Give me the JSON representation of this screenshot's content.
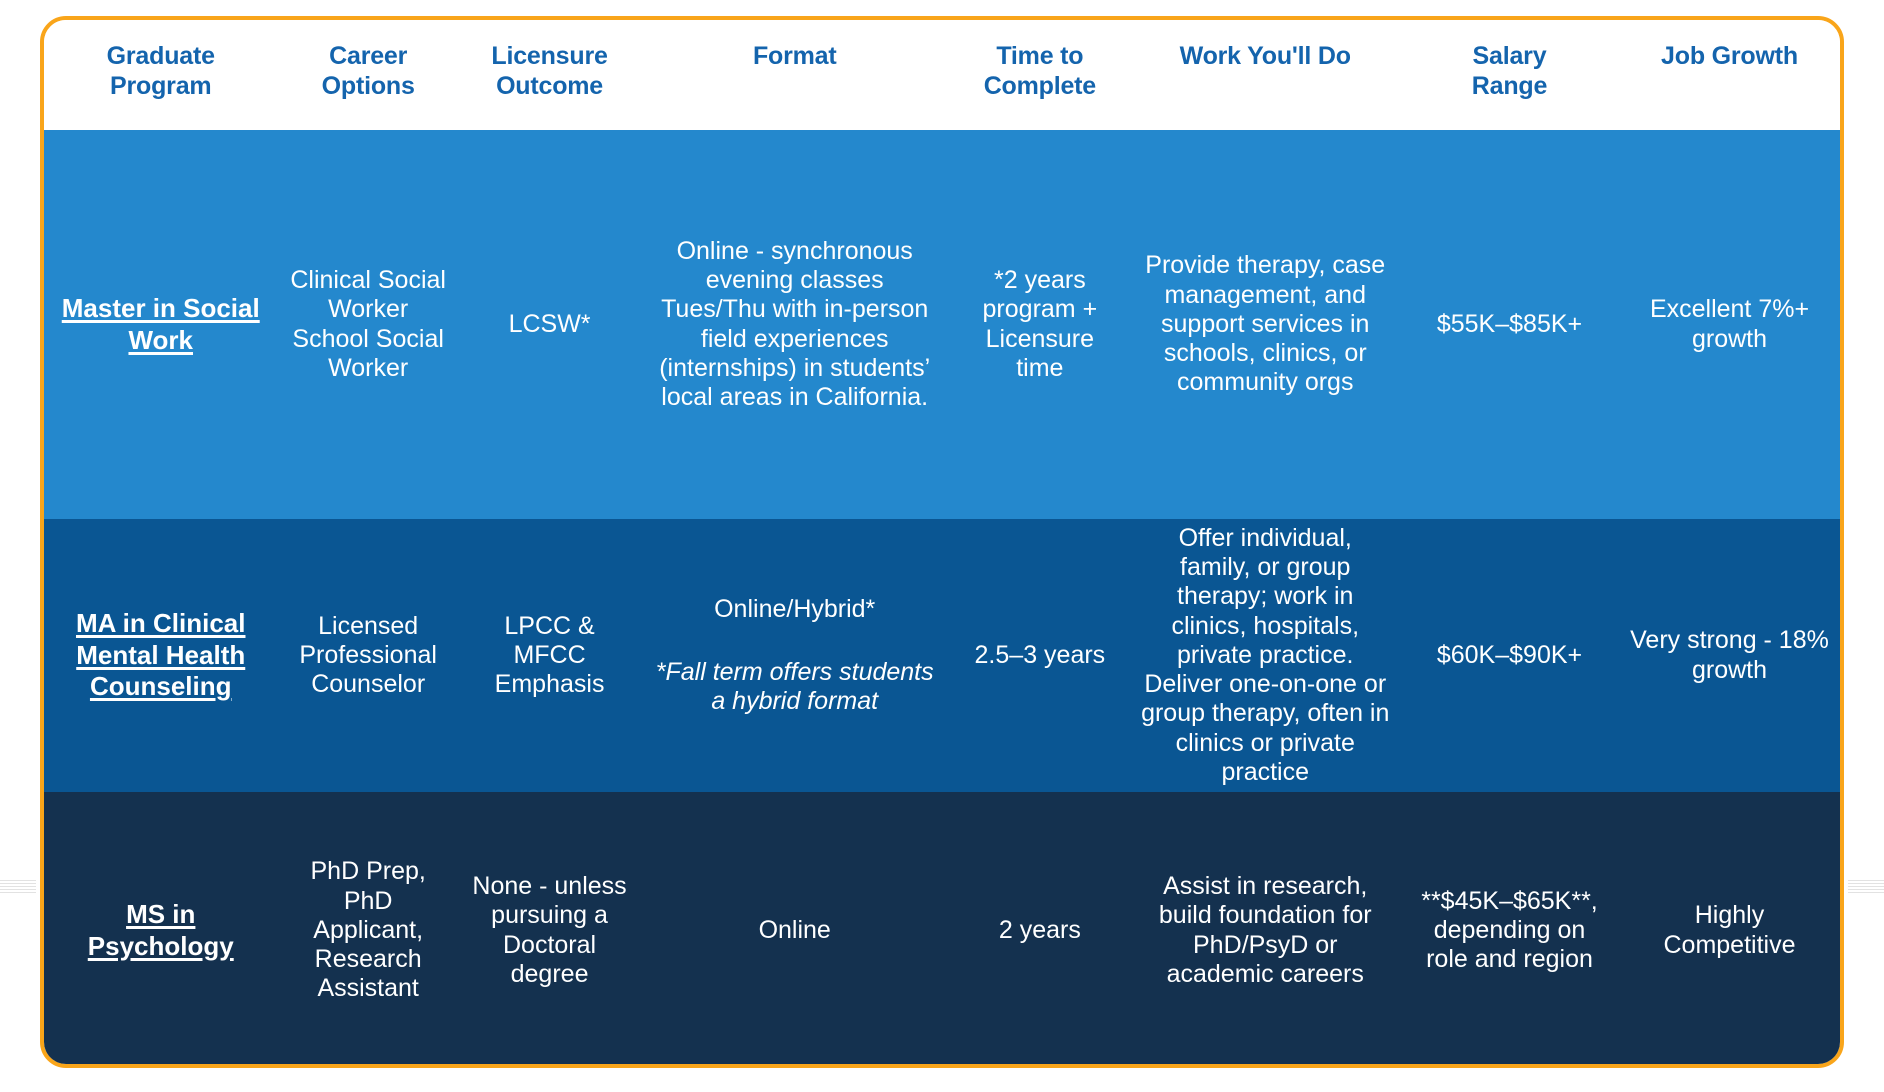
{
  "theme": {
    "accent_border": "#f9a51a",
    "header_text": "#1464ad",
    "row1_bg": "#2488cd",
    "row2_bg": "#0a5693",
    "row3_bg": "#14314f",
    "body_text": "#ffffff"
  },
  "table": {
    "columns": [
      "Graduate Program",
      "Career Options",
      "Licensure Outcome",
      "Format",
      "Time to Complete",
      "Work You'll Do",
      "Salary Range",
      "Job Growth"
    ],
    "column_lines": [
      [
        "Graduate",
        "Program"
      ],
      [
        "Career",
        "Options"
      ],
      [
        "Licensure",
        "Outcome"
      ],
      [
        "Format"
      ],
      [
        "Time to",
        "Complete"
      ],
      [
        "Work You'll Do"
      ],
      [
        "Salary",
        "Range"
      ],
      [
        "Job Growth"
      ]
    ],
    "rows": [
      {
        "program": "Master in Social Work",
        "career_options": "Clinical Social Worker School Social Worker",
        "licensure_outcome": "LCSW*",
        "format": "Online - synchronous evening classes Tues/Thu with in-person field experiences (internships) in students’ local areas in California.",
        "format_note": "",
        "time_to_complete": "*2 years program + Licensure time",
        "work_youll_do": "Provide therapy, case management, and support services in schools, clinics, or community orgs",
        "salary_range": "$55K–$85K+",
        "job_growth": "Excellent 7%+ growth"
      },
      {
        "program": "MA in Clinical Mental Health Counseling",
        "career_options": "Licensed Professional Counselor",
        "licensure_outcome": "LPCC & MFCC Emphasis",
        "format": "Online/Hybrid*",
        "format_note": "*Fall term offers students a hybrid format",
        "time_to_complete": "2.5–3 years",
        "work_youll_do": "Offer individual, family, or group therapy; work in clinics, hospitals, private practice. Deliver one-on-one or group therapy, often in clinics or private practice",
        "salary_range": "$60K–$90K+",
        "job_growth": "Very strong - 18% growth"
      },
      {
        "program": "MS in Psychology",
        "career_options": "PhD Prep, PhD Applicant, Research Assistant",
        "licensure_outcome": "None - unless pursuing a Doctoral degree",
        "format": "Online",
        "format_note": "",
        "time_to_complete": "2 years",
        "work_youll_do": "Assist in research, build foundation for PhD/PsyD or academic careers",
        "salary_range": "**$45K–$65K**, depending on role and region",
        "job_growth": "Highly Competitive"
      }
    ]
  }
}
